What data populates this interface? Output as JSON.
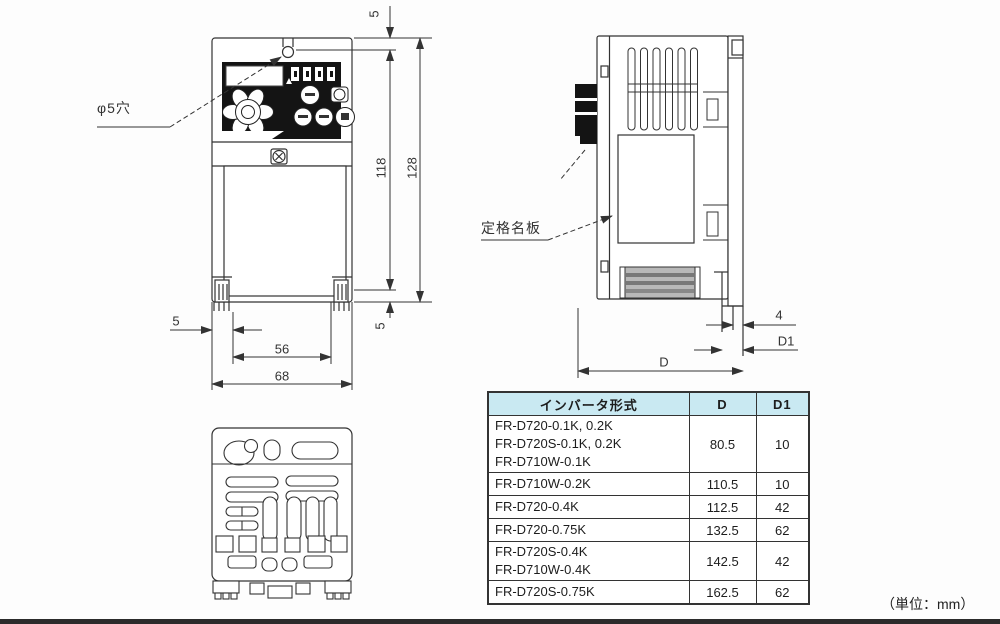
{
  "drawing": {
    "labels": {
      "hole": "φ5穴",
      "nameplate": "定格名板"
    },
    "front_view": {
      "dims": {
        "top_hole_offset": "5",
        "mount_pitch_height": "118",
        "overall_height": "128",
        "bottom_offset": "5",
        "side_offset": "5",
        "mount_pitch_width": "56",
        "overall_width": "68"
      }
    },
    "side_view": {
      "dims": {
        "back_clearance": "4",
        "din_depth": "D1",
        "overall_depth": "D"
      }
    }
  },
  "table": {
    "header_bg": "#c9e9f2",
    "headers": {
      "model": "インバータ形式",
      "d": "D",
      "d1": "D1"
    },
    "rows": [
      {
        "model": "FR-D720-0.1K, 0.2K\nFR-D720S-0.1K, 0.2K\nFR-D710W-0.1K",
        "d": "80.5",
        "d1": "10"
      },
      {
        "model": "FR-D710W-0.2K",
        "d": "110.5",
        "d1": "10"
      },
      {
        "model": "FR-D720-0.4K",
        "d": "112.5",
        "d1": "42"
      },
      {
        "model": "FR-D720-0.75K",
        "d": "132.5",
        "d1": "62"
      },
      {
        "model": "FR-D720S-0.4K\nFR-D710W-0.4K",
        "d": "142.5",
        "d1": "42"
      },
      {
        "model": "FR-D720S-0.75K",
        "d": "162.5",
        "d1": "62"
      }
    ]
  },
  "footer": {
    "unit_note": "（単位：mm）"
  }
}
